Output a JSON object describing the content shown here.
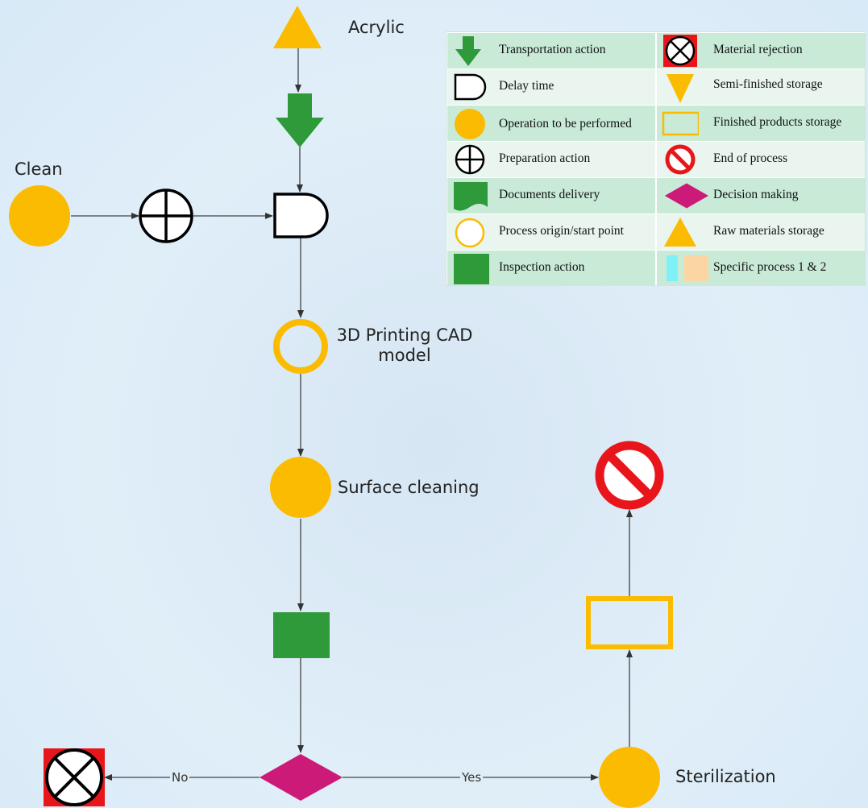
{
  "diagram": {
    "nodes": {
      "acrylic": "Acrylic",
      "clean": "Clean",
      "cad_model_line1": "3D Printing CAD",
      "cad_model_line2": "model",
      "surface_cleaning": "Surface cleaning",
      "sterilization": "Sterilization"
    },
    "edges": {
      "no": "No",
      "yes": "Yes"
    }
  },
  "legend": {
    "left": [
      {
        "icon": "transportation-arrow-icon",
        "label": "Transportation action"
      },
      {
        "icon": "delay-d-icon",
        "label": "Delay time"
      },
      {
        "icon": "operation-circle-icon",
        "label": "Operation to be performed"
      },
      {
        "icon": "preparation-cross-circle-icon",
        "label": "Preparation action"
      },
      {
        "icon": "document-icon",
        "label": "Documents delivery"
      },
      {
        "icon": "start-ring-icon",
        "label": "Process origin/start point"
      },
      {
        "icon": "inspection-square-icon",
        "label": "Inspection action"
      }
    ],
    "right": [
      {
        "icon": "rejection-x-icon",
        "label": "Material rejection"
      },
      {
        "icon": "down-triangle-icon",
        "label": "Semi-finished storage"
      },
      {
        "icon": "finished-rect-icon",
        "label": "Finished products storage"
      },
      {
        "icon": "no-entry-icon",
        "label": "End of process"
      },
      {
        "icon": "decision-diamond-icon",
        "label": "Decision making"
      },
      {
        "icon": "up-triangle-icon",
        "label": "Raw materials storage"
      },
      {
        "icon": "specific-process-icon",
        "label": "Specific process 1 & 2"
      }
    ]
  },
  "colors": {
    "orange": "#fbbb00",
    "green": "#2e9a3a",
    "magenta": "#cc1a78",
    "red": "#e8151b",
    "cyan": "#7ff0f5",
    "peach": "#fbd6a2"
  }
}
